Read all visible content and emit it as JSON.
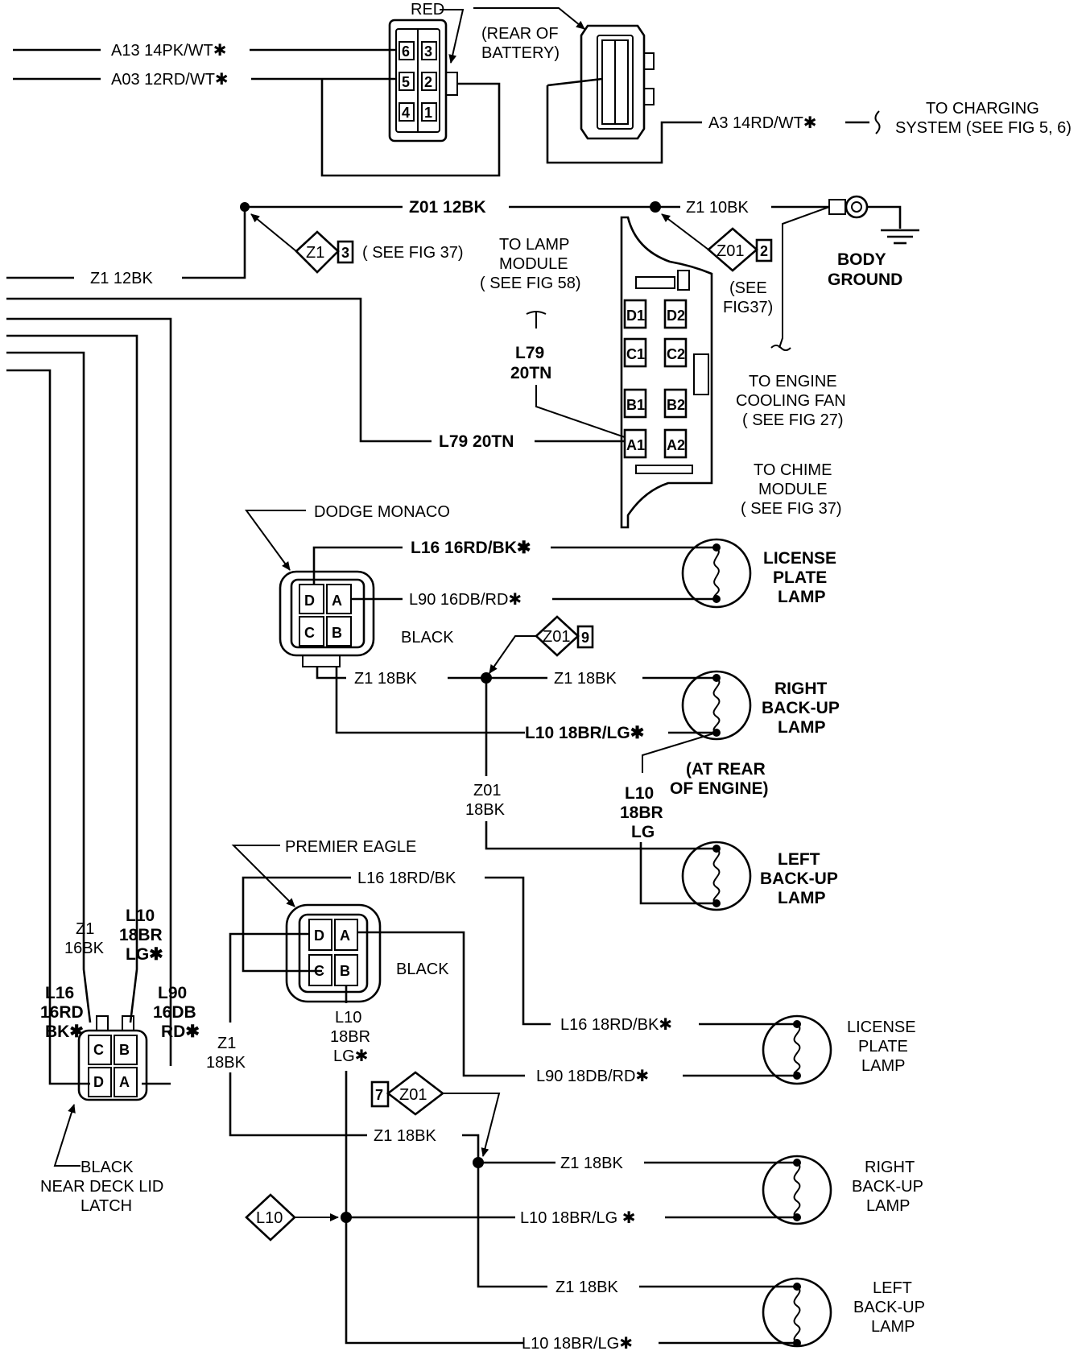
{
  "battery": {
    "red": "RED",
    "rear_of_battery": [
      "(REAR OF",
      "BATTERY)"
    ],
    "wire_a13": "A13  14PK/WT✱",
    "wire_a03": "A03  12RD/WT✱",
    "wire_a3": "A3   14RD/WT✱",
    "to_charging": [
      "TO CHARGING",
      "SYSTEM (SEE FIG 5, 6)"
    ],
    "pins": [
      "6",
      "3",
      "5",
      "2",
      "4",
      "1"
    ]
  },
  "ground": {
    "z01_12bk": "Z01  12BK",
    "z1_10bk": "Z1   10BK",
    "z1_12bk": "Z1   12BK",
    "z1_tag": "Z1",
    "z1_tag_num": "3",
    "see_fig_37": "( SEE FIG 37)",
    "z01_tag": "Z01",
    "z01_tag_num": "2",
    "see_fig37_paren": [
      "(SEE",
      "FIG37)"
    ],
    "body_ground": [
      "BODY",
      "GROUND"
    ]
  },
  "lamp_module": {
    "to_lamp_module": [
      "TO LAMP",
      "MODULE",
      "( SEE FIG 58)"
    ],
    "l79_vertical": [
      "L79",
      "20TN"
    ],
    "l79_horizontal": "L79  20TN",
    "cells": [
      "D1",
      "D2",
      "C1",
      "C2",
      "B1",
      "B2",
      "A1",
      "A2"
    ],
    "to_engine_cooling_fan": [
      "TO ENGINE",
      "COOLING FAN",
      "( SEE FIG  27)"
    ],
    "to_chime_module": [
      "TO CHIME",
      "MODULE",
      "( SEE FIG 37)"
    ]
  },
  "dodge": {
    "title": "DODGE MONACO",
    "connector_color": "BLACK",
    "pins": [
      "D",
      "A",
      "C",
      "B"
    ],
    "l16": "L16  16RD/BK✱",
    "l90": "L90   16DB/RD✱",
    "z01_tag": "Z01",
    "z01_tag_num": "9",
    "z1_left": "Z1   18BK",
    "z1_right": "Z1   18BK",
    "l10": "L10  18BR/LG✱",
    "z01_vertical": [
      "Z01",
      "18BK"
    ],
    "at_rear_of_engine": [
      "(AT REAR",
      "OF ENGINE)"
    ],
    "l10_vertical": [
      "L10",
      "18BR",
      "LG"
    ],
    "license_plate_lamp": [
      "LICENSE",
      "PLATE",
      "LAMP"
    ],
    "right_backup_lamp": [
      "RIGHT",
      "BACK-UP",
      "LAMP"
    ],
    "left_backup_lamp": [
      "LEFT",
      "BACK-UP",
      "LAMP"
    ]
  },
  "premier": {
    "title": "PREMIER EAGLE",
    "connector_color": "BLACK",
    "pins": [
      "D",
      "A",
      "C",
      "B"
    ],
    "l16_top": "L16   18RD/BK",
    "l16_right": "L16   18RD/BK✱",
    "l90": "L90   18DB/RD✱",
    "z1_vertical": [
      "Z1",
      "18BK"
    ],
    "l10_vertical": [
      "L10",
      "18BR",
      "LG✱"
    ],
    "z01_tag": "Z01",
    "z01_tag_num": "7",
    "z1_mid": "Z1     18BK",
    "z1_right": "Z1   18BK",
    "l10_tag": "L10",
    "l10_mid": "L10   18BR/LG ✱",
    "z1_bottom": "Z1   18BK",
    "l10_bottom": "L10   18BR/LG✱",
    "license_plate_lamp": [
      "LICENSE",
      "PLATE",
      "LAMP"
    ],
    "right_backup_lamp": [
      "RIGHT",
      "BACK-UP",
      "LAMP"
    ],
    "left_backup_lamp": [
      "LEFT",
      "BACK-UP",
      "LAMP"
    ]
  },
  "deck_lid": {
    "l16": [
      "L16",
      "16RD",
      "BK✱"
    ],
    "z1": [
      "Z1",
      "16BK"
    ],
    "l10": [
      "L10",
      "18BR",
      "LG✱"
    ],
    "l90": [
      "L90",
      "16DB",
      "RD✱"
    ],
    "pins": [
      "C",
      "B",
      "D",
      "A"
    ],
    "caption": [
      "BLACK",
      "NEAR DECK LID",
      "LATCH"
    ]
  }
}
